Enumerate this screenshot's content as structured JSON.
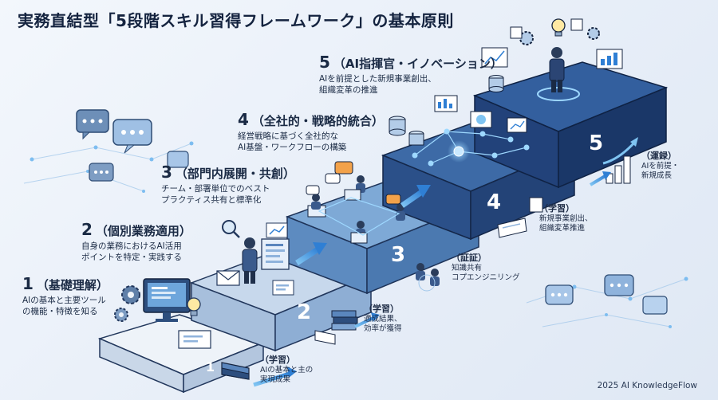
{
  "title": "実務直結型「5段階スキル習得フレームワーク」の基本原則",
  "steps": [
    {
      "num": "1",
      "title": "（基礎理解）",
      "desc": [
        "AIの基本と主要ツール",
        "の機能・特徴を知る"
      ]
    },
    {
      "num": "2",
      "title": "（個別業務適用）",
      "desc": [
        "自身の業務におけるAI活用",
        "ポイントを特定・実践する"
      ]
    },
    {
      "num": "3",
      "title": "（部門内展開・共創）",
      "desc": [
        "チーム・部署単位でのベスト",
        "プラクティス共有と標準化"
      ]
    },
    {
      "num": "4",
      "title": "（全社的・戦略的統合）",
      "desc": [
        "経営戦略に基づく全社的な",
        "AI基盤・ワークフローの構築"
      ]
    },
    {
      "num": "5",
      "title": "（AI指揮官・イノベーション）",
      "desc": [
        "AIを前提とした新規事業創出、",
        "組織変革の推進"
      ]
    }
  ],
  "block_numbers": [
    "1",
    "2",
    "3",
    "4",
    "5"
  ],
  "notes": [
    {
      "head": "（学習）",
      "lines": [
        "AIの基本と主の",
        "実現成果"
      ]
    },
    {
      "head": "（学習）",
      "lines": [
        "適成結果、",
        "効率が獲得"
      ]
    },
    {
      "head": "（証証）",
      "lines": [
        "知識共有",
        "コプエンジニリング"
      ]
    },
    {
      "head": "（学習）",
      "lines": [
        "新規事業創出、",
        "組織変革推進"
      ]
    },
    {
      "head": "（運録）",
      "lines": [
        "AIを前提・",
        "新規成長"
      ]
    }
  ],
  "footer": "2025 AI KnowledgeFlow",
  "colors": {
    "block1": "#dfe8f3",
    "block2": "#a9c3e0",
    "block3": "#5f8fc4",
    "block4": "#2c4f86",
    "block5": "#1f3c6c",
    "accent": "#3fa9f5"
  }
}
